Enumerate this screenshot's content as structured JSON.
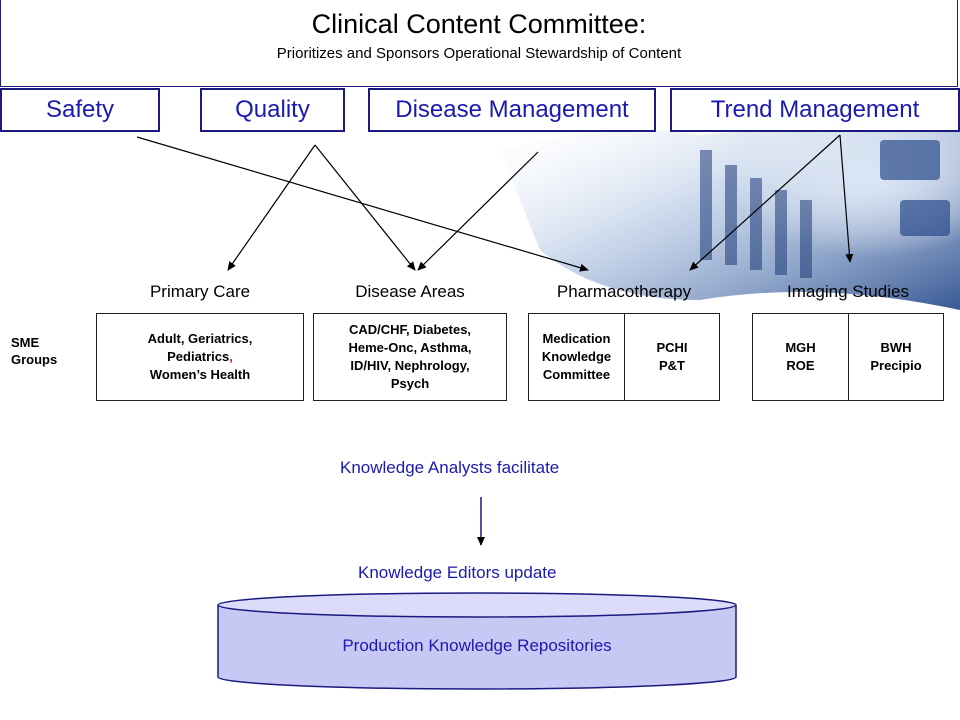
{
  "committee": {
    "title": "Clinical Content Committee:",
    "subtitle": "Prioritizes and Sponsors Operational Stewardship of Content"
  },
  "categories": [
    {
      "label": "Safety"
    },
    {
      "label": "Quality"
    },
    {
      "label": "Disease Management"
    },
    {
      "label": "Trend Management"
    }
  ],
  "sme_label": {
    "line1": "SME",
    "line2": "Groups"
  },
  "groups": [
    {
      "label": "Primary Care",
      "box": {
        "line1": "Adult, Geriatrics,",
        "line2": "Pediatrics",
        "line2_suffix": ",",
        "line3": "Women’s Health"
      }
    },
    {
      "label": "Disease Areas",
      "box": {
        "line1": "CAD/CHF, Diabetes,",
        "line2": "Heme-Onc, Asthma,",
        "line3": "ID/HIV, Nephrology,",
        "line4": "Psych"
      }
    },
    {
      "label": "Pharmacotherapy",
      "boxes": [
        {
          "line1": "Medication",
          "line2": "Knowledge",
          "line3": "Committee"
        },
        {
          "line1": "PCHI",
          "line2": "P&T"
        }
      ]
    },
    {
      "label": "Imaging Studies",
      "boxes": [
        {
          "line1": "MGH",
          "line2": "ROE"
        },
        {
          "line1": "BWH",
          "line2": "Precipio"
        }
      ]
    }
  ],
  "flow": {
    "analysts": "Knowledge Analysts facilitate",
    "editors": "Knowledge Editors update",
    "repository": "Production Knowledge Repositories"
  },
  "colors": {
    "accent_text": "#1a1ab0",
    "box_border": "#1a1a80",
    "repository_fill": "#c8c8f4"
  }
}
